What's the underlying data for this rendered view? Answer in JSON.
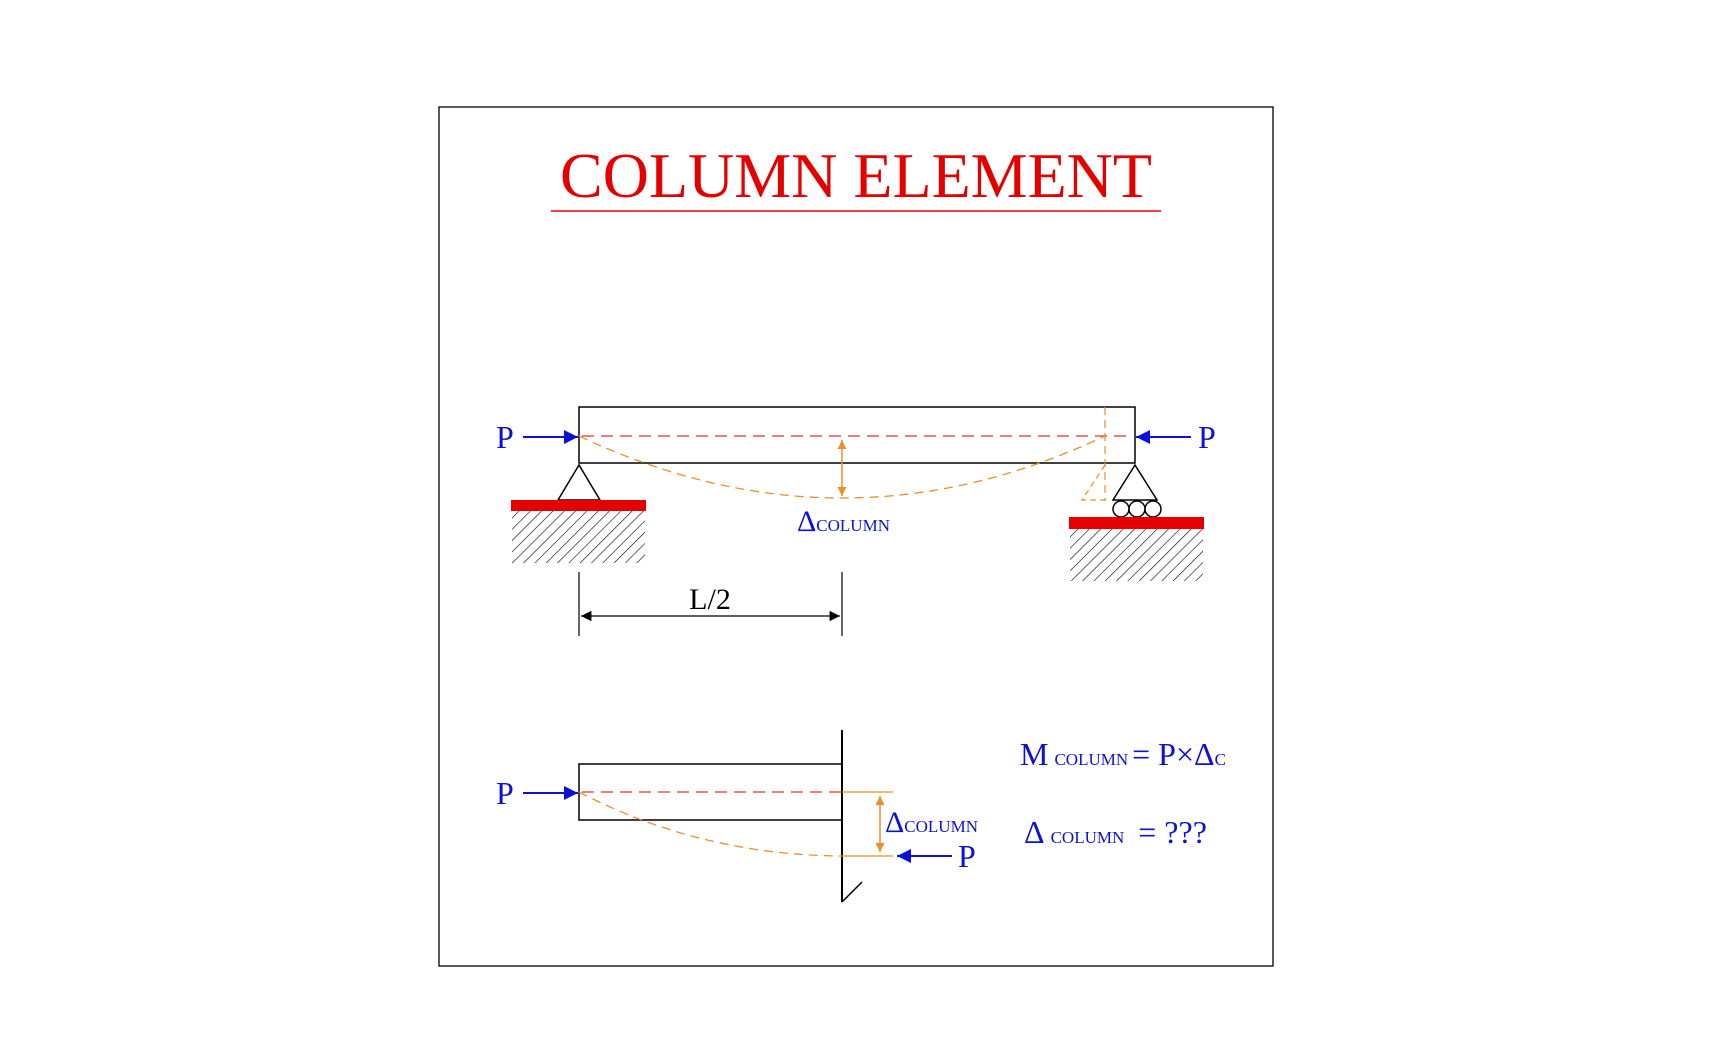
{
  "title": "COLUMN ELEMENT",
  "colors": {
    "title": "#e50000",
    "support_pad": "#e50000",
    "load_arrow": "#0b12d6",
    "deflected_shape": "#e8902a",
    "centerline": "#e03030",
    "outline": "#000000"
  },
  "top_diagram": {
    "load_left": "P",
    "load_right": "P",
    "deflection_symbol": "Δ",
    "deflection_subscript": "COLUMN",
    "dimension_label": "L/2"
  },
  "bottom_diagram": {
    "load_left": "P",
    "load_right": "P",
    "deflection_symbol": "Δ",
    "deflection_subscript": "COLUMN"
  },
  "equations": {
    "moment": {
      "symbol": "M",
      "subscript": "COLUMN",
      "rhs": "= P×Δ",
      "rhs_subscript": "C"
    },
    "deflection": {
      "symbol": "Δ",
      "subscript": "COLUMN",
      "rhs": "= ???"
    }
  }
}
